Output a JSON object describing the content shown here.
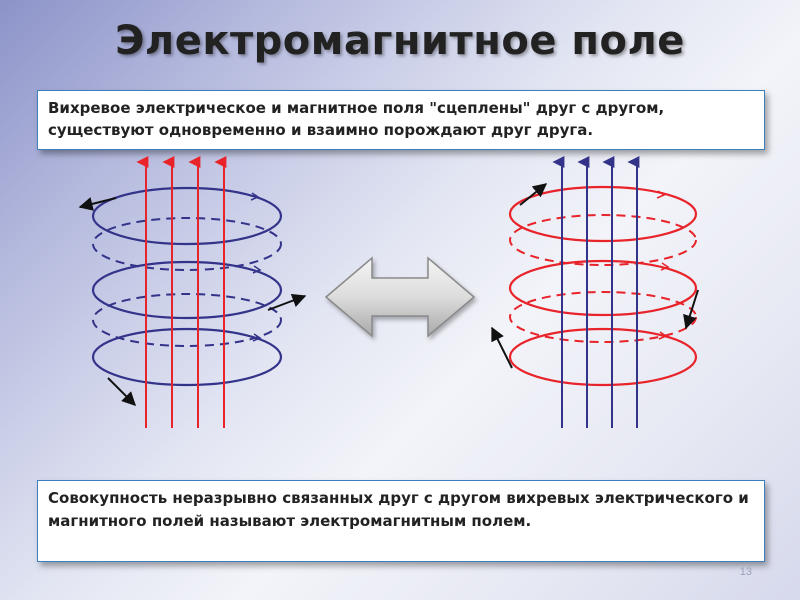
{
  "slide": {
    "title": "Электромагнитное поле",
    "top_text": "Вихревое электрическое и магнитное поля \"сцеплены\" друг с другом, существуют одновременно и взаимно порождают друг друга.",
    "bottom_text": "Совокупность неразрывно связанных друг с другом вихревых электрического и магнитного полей называют электромагнитным полем.",
    "slide_number": "13"
  },
  "colors": {
    "electric": "#e8232a",
    "magnetic": "#33338a",
    "arrow": "#111111"
  },
  "icons": [
    "double-arrow-icon"
  ]
}
